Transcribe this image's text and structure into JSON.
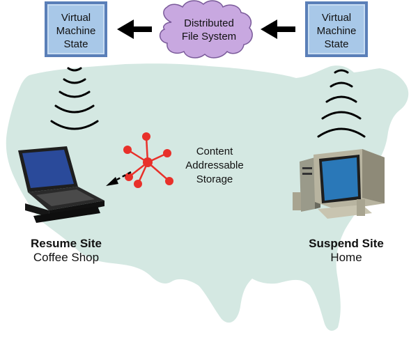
{
  "diagram": {
    "vm_left": {
      "line1": "Virtual",
      "line2": "Machine",
      "line3": "State"
    },
    "vm_right": {
      "line1": "Virtual",
      "line2": "Machine",
      "line3": "State"
    },
    "dfs": {
      "line1": "Distributed",
      "line2": "File System"
    },
    "cas": {
      "line1": "Content",
      "line2": "Addressable",
      "line3": "Storage"
    },
    "resume_site": {
      "name": "Resume Site",
      "location": "Coffee Shop"
    },
    "suspend_site": {
      "name": "Suspend Site",
      "location": "Home"
    }
  },
  "colors": {
    "map_fill": "#d4e8e2",
    "vm_box_fill": "#a8c8e8",
    "vm_box_border": "#5a7fb8",
    "cloud_fill": "#c8a8e0",
    "cloud_stroke": "#7a5a9a",
    "cas_nodes": "#e8302a",
    "arrow": "#000000"
  }
}
